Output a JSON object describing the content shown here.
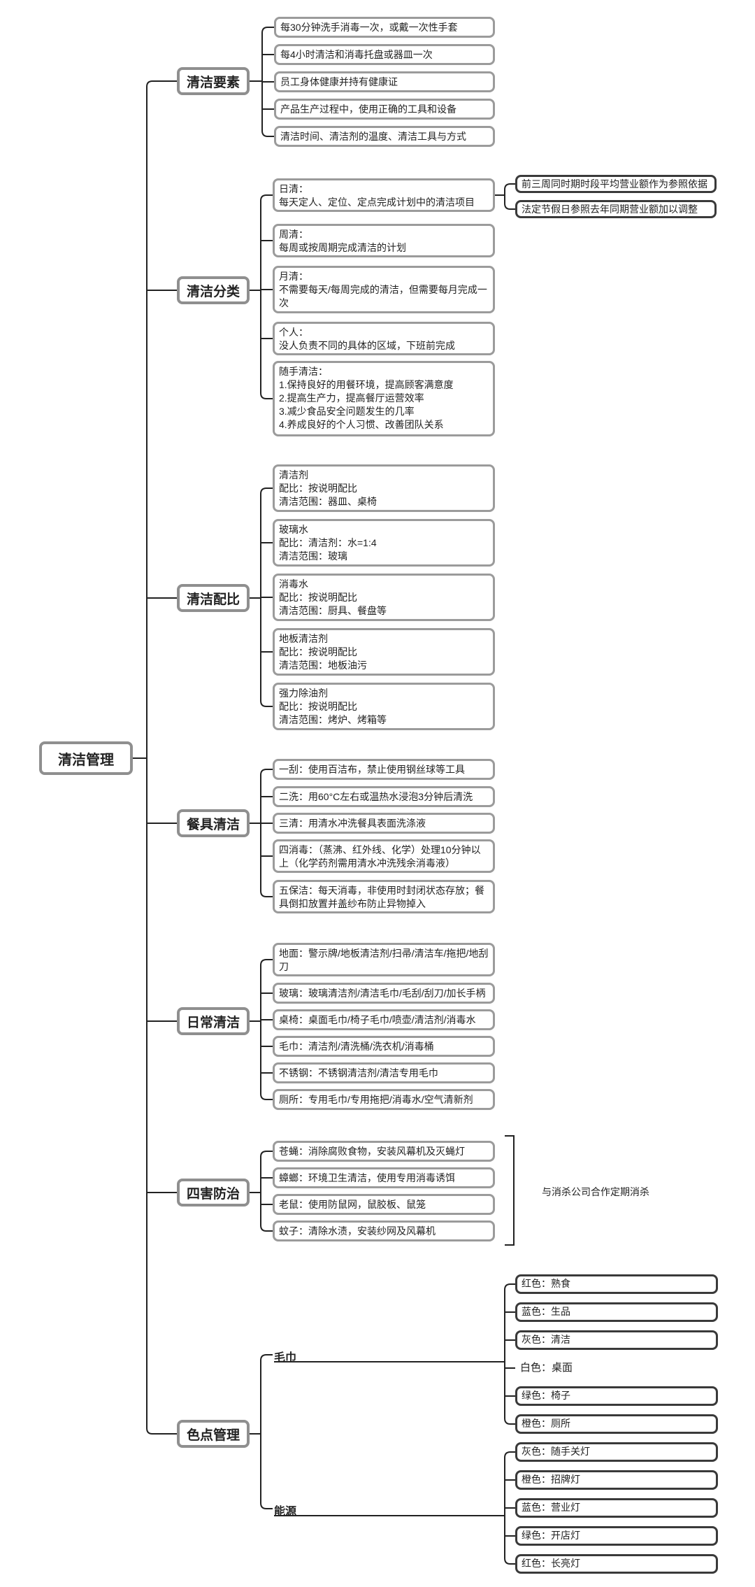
{
  "root": {
    "label": "清洁管理"
  },
  "branches": [
    {
      "label": "清洁要素",
      "items": [
        "每30分钟洗手消毒一次，或戴一次性手套",
        "每4小时清洁和消毒托盘或器皿一次",
        "员工身体健康并持有健康证",
        "产品生产过程中，使用正确的工具和设备",
        "清洁时间、清洁剂的温度、清洁工具与方式"
      ]
    },
    {
      "label": "清洁分类",
      "items": [
        "日清：\n每天定人、定位、定点完成计划中的清洁项目",
        "周清：\n每周或按周期完成清洁的计划",
        "月清：\n不需要每天/每周完成的清洁，但需要每月完成一次",
        "个人：\n没人负责不同的具体的区域，下班前完成",
        "随手清洁：\n1.保持良好的用餐环境，提高顾客满意度\n2.提高生产力，提高餐厅运营效率\n3.减少食品安全问题发生的几率\n4.养成良好的个人习惯、改善团队关系"
      ],
      "daily_notes": [
        "前三周同时期时段平均营业额作为参照依据",
        "法定节假日参照去年同期营业额加以调整"
      ]
    },
    {
      "label": "清洁配比",
      "items": [
        "清洁剂\n配比：按说明配比\n清洁范围：器皿、桌椅",
        "玻璃水\n配比：清洁剂：水=1:4\n清洁范围：玻璃",
        "消毒水\n配比：按说明配比\n清洁范围：厨具、餐盘等",
        "地板清洁剂\n配比：按说明配比\n清洁范围：地板油污",
        "强力除油剂\n配比：按说明配比\n清洁范围：烤炉、烤箱等"
      ]
    },
    {
      "label": "餐具清洁",
      "items": [
        "一刮：使用百洁布，禁止使用钢丝球等工具",
        "二洗：用60°C左右或温热水浸泡3分钟后清洗",
        "三清：用清水冲洗餐具表面洗涤液",
        "四消毒：（蒸沸、红外线、化学）处理10分钟以上（化学药剂需用清水冲洗残余消毒液）",
        "五保洁：每天消毒，非使用时封闭状态存放；餐具倒扣放置并盖纱布防止异物掉入"
      ]
    },
    {
      "label": "日常清洁",
      "items": [
        "地面：警示牌/地板清洁剂/扫帚/清洁车/拖把/地刮刀",
        "玻璃：玻璃清洁剂/清洁毛巾/毛刮/刮刀/加长手柄",
        "桌椅：桌面毛巾/椅子毛巾/喷壶/清洁剂/消毒水",
        "毛巾：清洁剂/清洗桶/洗衣机/消毒桶",
        "不锈钢：不锈钢清洁剂/清洁专用毛巾",
        "厕所：专用毛巾/专用拖把/消毒水/空气清新剂"
      ]
    },
    {
      "label": "四害防治",
      "items": [
        "苍蝇：消除腐败食物，安装风幕机及灭蝇灯",
        "蟑螂：环境卫生清洁，使用专用消毒诱饵",
        "老鼠：使用防鼠网，鼠胶板、鼠笼",
        "蚊子：清除水渍，安装纱网及风幕机"
      ],
      "note": "与消杀公司合作定期消杀"
    },
    {
      "label": "色点管理",
      "groups": [
        {
          "label": "毛巾",
          "items": [
            "红色：熟食",
            "蓝色：生品",
            "灰色：清洁",
            "白色：桌面",
            "绿色：椅子",
            "橙色：厕所"
          ]
        },
        {
          "label": "能源",
          "items": [
            "灰色：随手关灯",
            "橙色：招牌灯",
            "蓝色：营业灯",
            "绿色：开店灯",
            "红色：长亮灯"
          ]
        }
      ]
    }
  ]
}
